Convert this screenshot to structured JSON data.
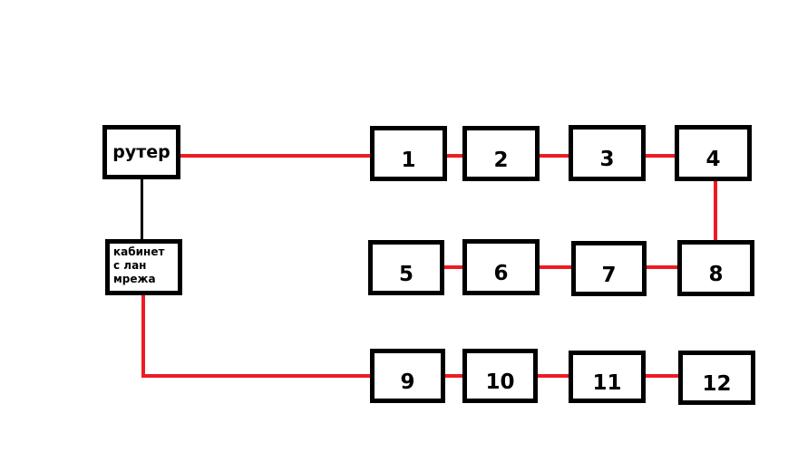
{
  "diagram": {
    "type": "network-topology",
    "colors": {
      "background": "#ffffff",
      "red_line": "#ed1c24",
      "black_line": "#000000",
      "box_border": "#000000",
      "text": "#000000"
    },
    "nodes": {
      "router": {
        "label": "рутер"
      },
      "cabinet": {
        "label": "кабинет с лан мрежа",
        "lines": [
          "кабинет",
          "с лан",
          "мрежа"
        ]
      },
      "numbered": [
        "1",
        "2",
        "3",
        "4",
        "5",
        "6",
        "7",
        "8",
        "9",
        "10",
        "11",
        "12"
      ]
    },
    "edges": [
      {
        "from": "рутер",
        "to": "кабинет с лан мрежа",
        "color": "black"
      },
      {
        "from": "рутер",
        "to": "1",
        "color": "red"
      },
      {
        "from": "1",
        "to": "2",
        "color": "red"
      },
      {
        "from": "2",
        "to": "3",
        "color": "red"
      },
      {
        "from": "3",
        "to": "4",
        "color": "red"
      },
      {
        "from": "4",
        "to": "8",
        "color": "red"
      },
      {
        "from": "5",
        "to": "6",
        "color": "red"
      },
      {
        "from": "6",
        "to": "7",
        "color": "red"
      },
      {
        "from": "7",
        "to": "8",
        "color": "red"
      },
      {
        "from": "кабинет с лан мрежа",
        "to": "9",
        "color": "red"
      },
      {
        "from": "9",
        "to": "10",
        "color": "red"
      },
      {
        "from": "10",
        "to": "11",
        "color": "red"
      },
      {
        "from": "11",
        "to": "12",
        "color": "red"
      }
    ]
  }
}
